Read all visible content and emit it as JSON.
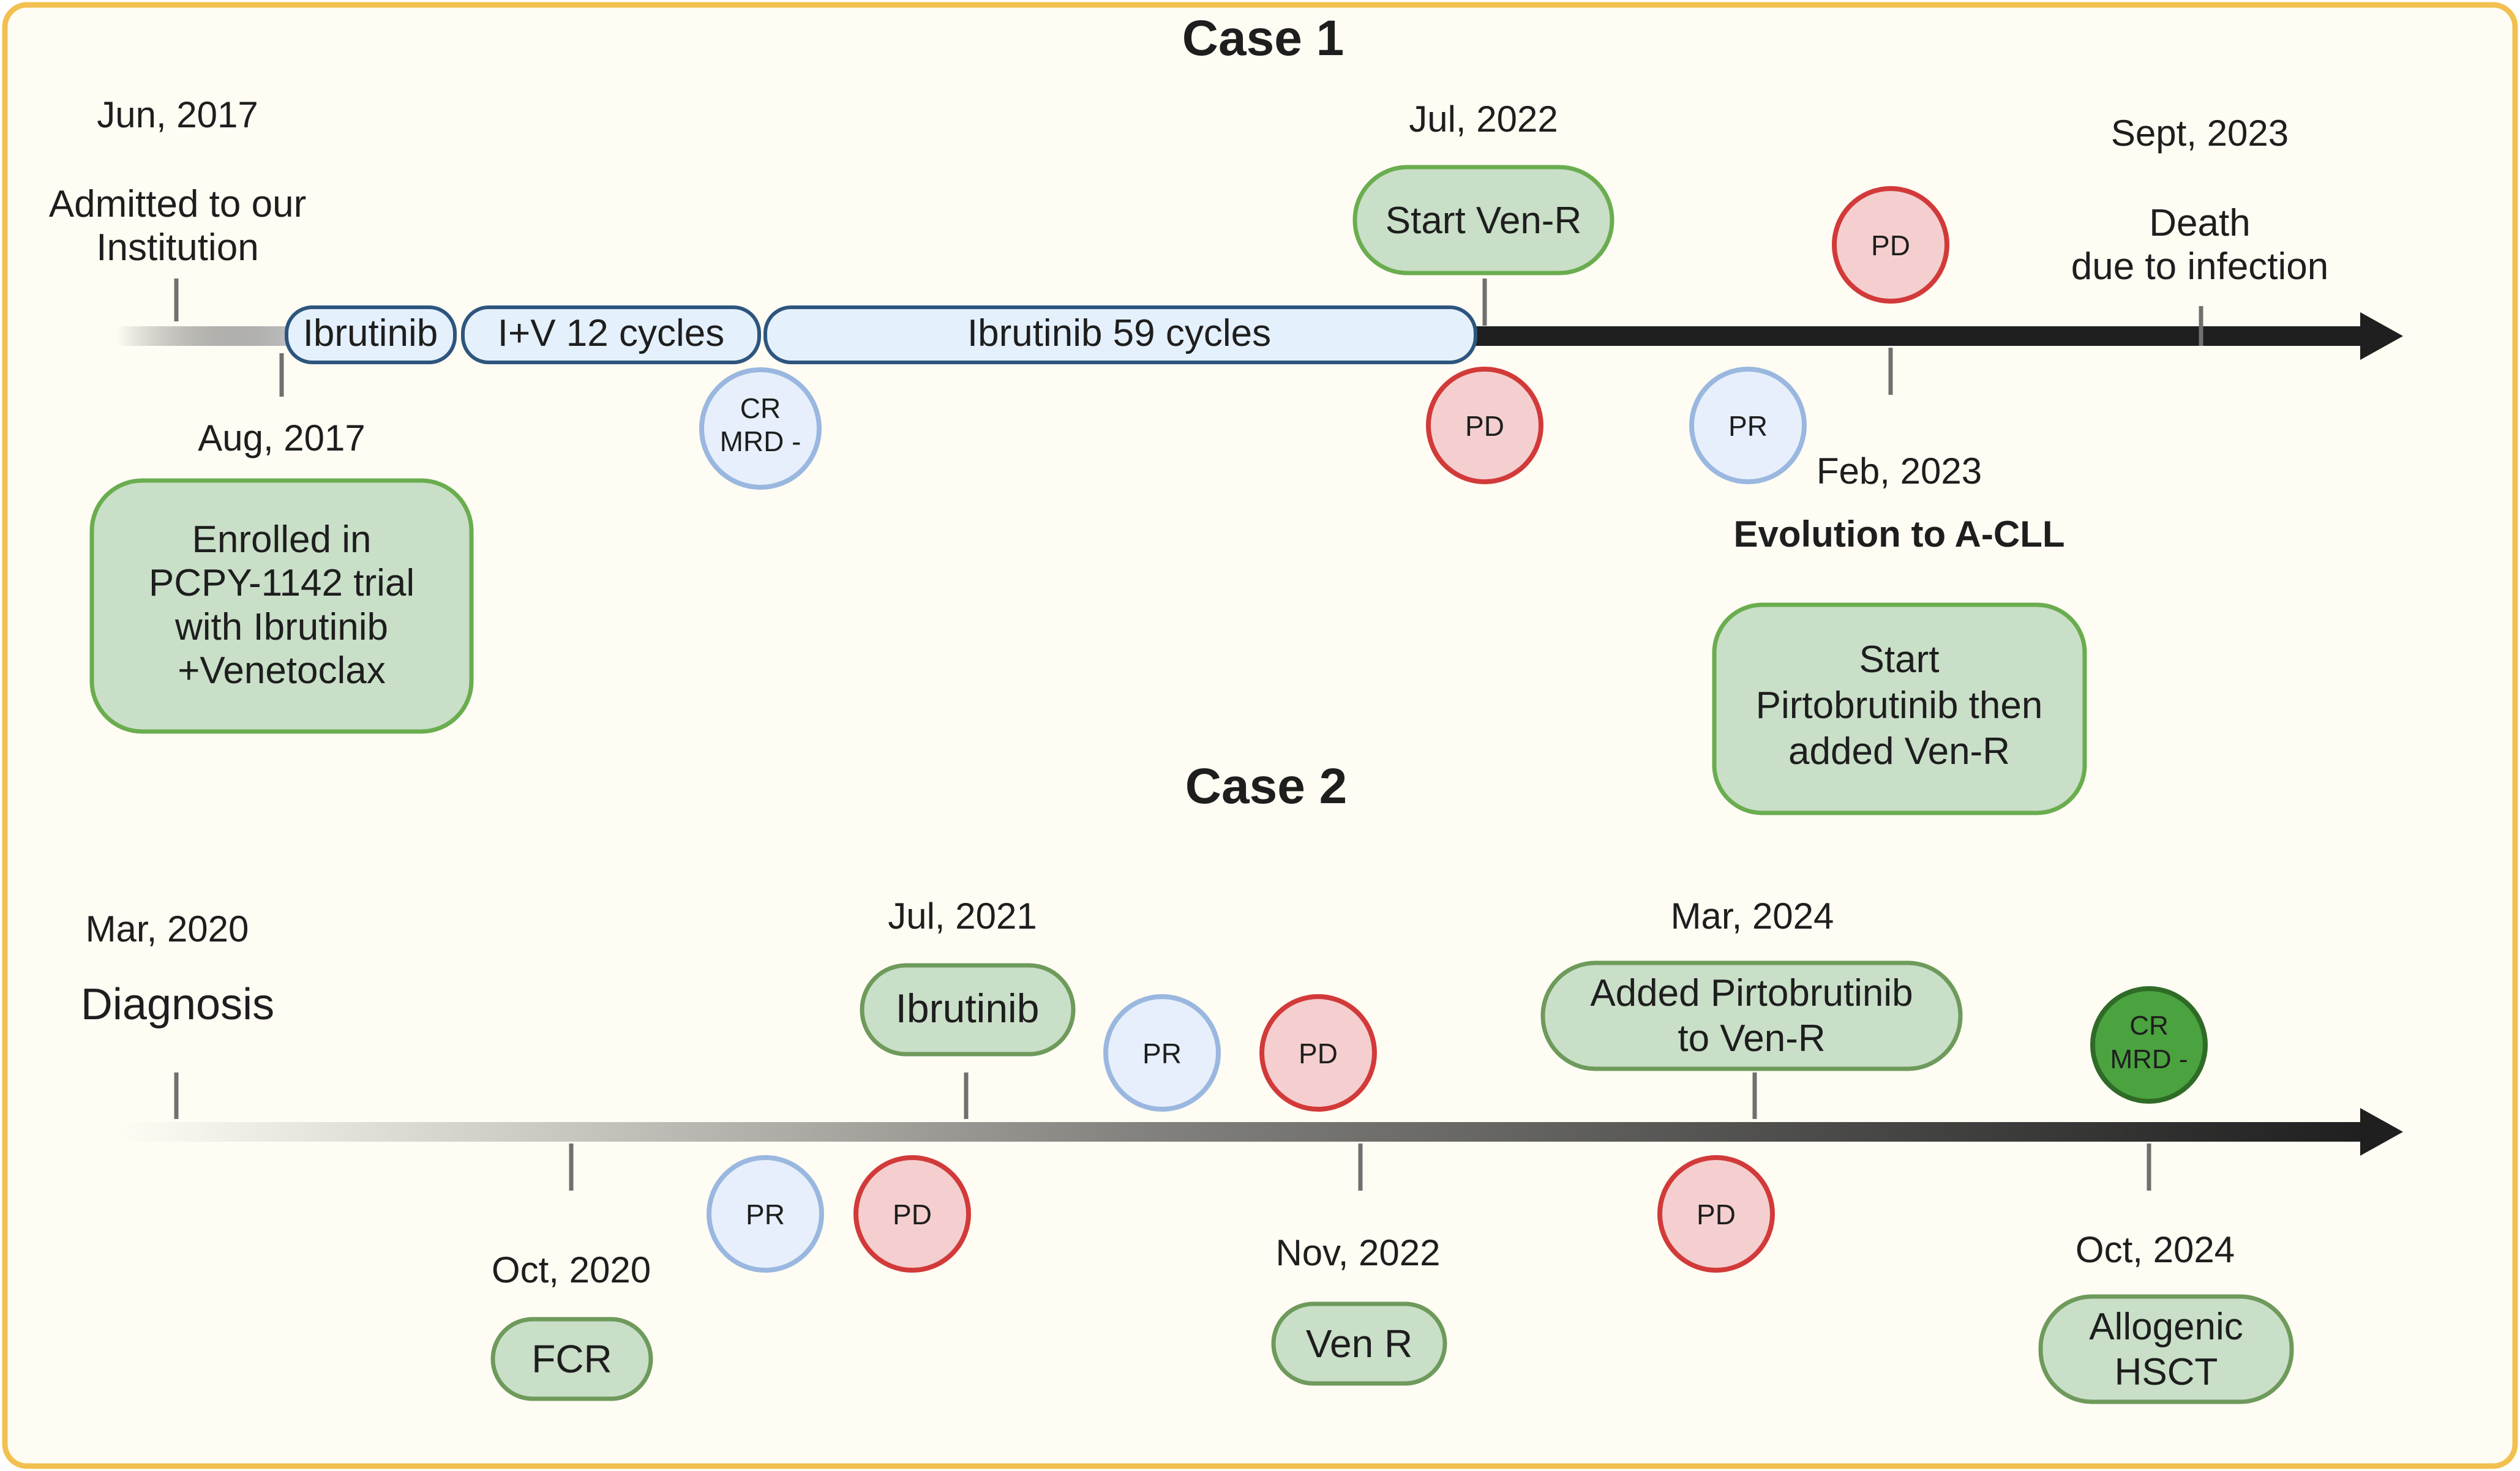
{
  "case1": {
    "title": "Case 1",
    "events": {
      "jun2017_date": "Jun, 2017",
      "jun2017_line1": "Admitted to our",
      "jun2017_line2": "Institution",
      "aug2017_date": "Aug, 2017",
      "aug2017_box": [
        "Enrolled in",
        "PCPY-1142 trial",
        "with Ibrutinib",
        "+Venetoclax"
      ],
      "jul2022_date": "Jul, 2022",
      "jul2022_box": "Start Ven-R",
      "sept2023_date": "Sept, 2023",
      "sept2023_line1": "Death",
      "sept2023_line2": "due to infection",
      "feb2023_date": "Feb, 2023",
      "feb2023_heading": "Evolution to A-CLL",
      "feb2023_box": [
        "Start",
        "Pirtobrutinib then",
        "added Ven-R"
      ]
    },
    "segments": [
      "Ibrutinib",
      "I+V 12 cycles",
      "Ibrutinib 59 cycles"
    ],
    "responses": {
      "cr_line1": "CR",
      "cr_line2": "MRD -",
      "pd_jul2022": "PD",
      "pr_early2023": "PR",
      "pd_feb2023": "PD"
    }
  },
  "case2": {
    "title": "Case 2",
    "events": {
      "mar2020_date": "Mar, 2020",
      "mar2020_label": "Diagnosis",
      "oct2020_date": "Oct, 2020",
      "oct2020_box": "FCR",
      "jul2021_date": "Jul, 2021",
      "jul2021_box": "Ibrutinib",
      "nov2022_date": "Nov, 2022",
      "nov2022_box": "Ven R",
      "mar2024_date": "Mar, 2024",
      "mar2024_box": [
        "Added Pirtobrutinib",
        "to Ven-R"
      ],
      "oct2024_date": "Oct, 2024",
      "oct2024_box": [
        "Allogenic",
        "HSCT"
      ]
    },
    "responses": {
      "pr_after_fcr": "PR",
      "pd_after_fcr": "PD",
      "pr_after_ibrutinib": "PR",
      "pd_after_ibrutinib": "PD",
      "pd_after_venr": "PD",
      "cr_line1": "CR",
      "cr_line2": "MRD -"
    }
  },
  "colors": {
    "background": "#fefcf3",
    "frame": "#f2c04f",
    "green_box_fill": "#c9dfc8",
    "green_box_stroke": "#6aad4f",
    "dark_green_box_stroke": "#6e9a5c",
    "segment_fill": "#e4f0fb",
    "segment_stroke": "#2d557e",
    "pd_fill": "#f5cfcf",
    "pd_stroke": "#d23a3a",
    "pr_fill": "#e6effb",
    "pr_stroke": "#9ab7df",
    "cr_dark_fill": "#4aa33f",
    "cr_dark_stroke": "#2f6b27",
    "axis": "#1f1f1f",
    "tick": "#707070"
  }
}
